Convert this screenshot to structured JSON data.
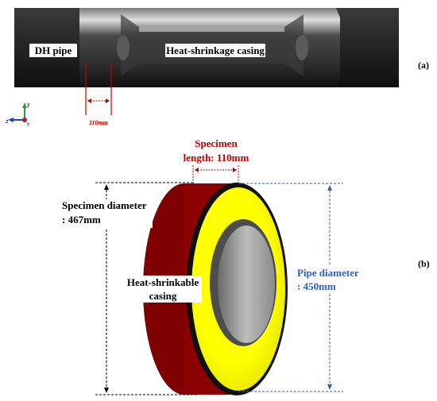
{
  "panel_a": {
    "label_dh_pipe": "DH pipe",
    "label_casing": "Heat-shrinkage casing",
    "dimension_text": "110mm",
    "panel_letter": "(a)"
  },
  "panel_b": {
    "specimen_length_line1": "Specimen",
    "specimen_length_line2": "length: 110mm",
    "specimen_diameter_line1": "Specimen diameter",
    "specimen_diameter_line2": ": 467mm",
    "casing_line1": "Heat-shrinkable",
    "casing_line2": "casing",
    "pipe_diameter_line1": "Pipe diameter",
    "pipe_diameter_line2": ": 450mm",
    "panel_letter": "(b)"
  },
  "axes": {
    "z": "z",
    "y": "y",
    "x": "x"
  },
  "colors": {
    "red_annotation": "#c00000",
    "blue_annotation": "#2e5fbf",
    "casing_red": "#8b0000",
    "casing_yellow": "#ffff00",
    "pipe_dark": "#2b2b2b"
  }
}
